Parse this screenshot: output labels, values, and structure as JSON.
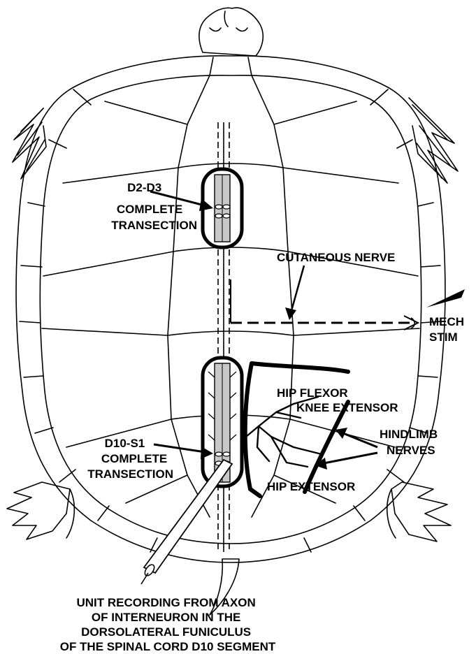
{
  "labels": {
    "d2_d3": [
      "D2-D3",
      "COMPLETE",
      "TRANSECTION"
    ],
    "d10_s1": [
      "D10-S1",
      "COMPLETE",
      "TRANSECTION"
    ],
    "cutaneous_nerve": "CUTANEOUS NERVE",
    "mech_stim": [
      "MECH",
      "STIM"
    ],
    "hip_flexor": "HIP FLEXOR",
    "knee_extensor": "KNEE EXTENSOR",
    "hindlimb_nerves": [
      "HINDLIMB",
      "NERVES"
    ],
    "hip_extensor": "HIP EXTENSOR",
    "caption": [
      "UNIT RECORDING FROM AXON",
      "OF INTERNEURON IN THE",
      "DORSOLATERAL FUNICULUS",
      "OF THE SPINAL CORD D10 SEGMENT"
    ]
  },
  "colors": {
    "ink": "#000000",
    "cord_fill": "#c8c8c8",
    "background": "#ffffff"
  }
}
